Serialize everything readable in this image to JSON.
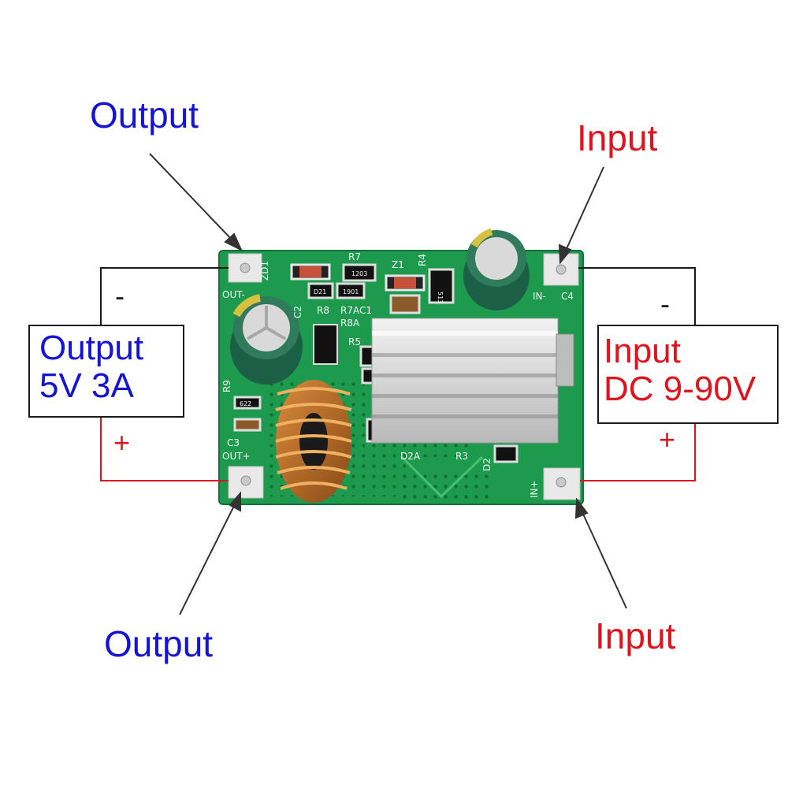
{
  "callouts": {
    "output_top": "Output",
    "output_bottom": "Output",
    "input_top": "Input",
    "input_bottom": "Input"
  },
  "output_box": {
    "line1": "Output",
    "line2": "5V 3A"
  },
  "input_box": {
    "line1": "Input",
    "line2": "DC 9-90V"
  },
  "signs": {
    "minus": "-",
    "plus": "+"
  },
  "silkscreen": {
    "zd1": "ZD1",
    "r7": "R7",
    "z1": "Z1",
    "r4": "R4",
    "out_minus": "OUT-",
    "c2": "C2",
    "r8": "R8",
    "r7ac1": "R7AC1",
    "r8a": "R8A",
    "r5": "R5",
    "in_minus": "IN-",
    "c4": "C4",
    "r9": "R9",
    "c3": "C3",
    "out_plus": "OUT+",
    "d2a": "D2A",
    "r3": "R3",
    "d2": "D2",
    "in_plus": "IN+",
    "chip_1203": "1203",
    "chip_d21": "D21",
    "chip_1901": "1901",
    "chip_513": "513",
    "chip_622": "622"
  },
  "colors": {
    "label_blue": "#1414d2",
    "label_red": "#e0141e",
    "pcb_green": "#1e9a4e",
    "wire_black": "#1a1a1a"
  }
}
